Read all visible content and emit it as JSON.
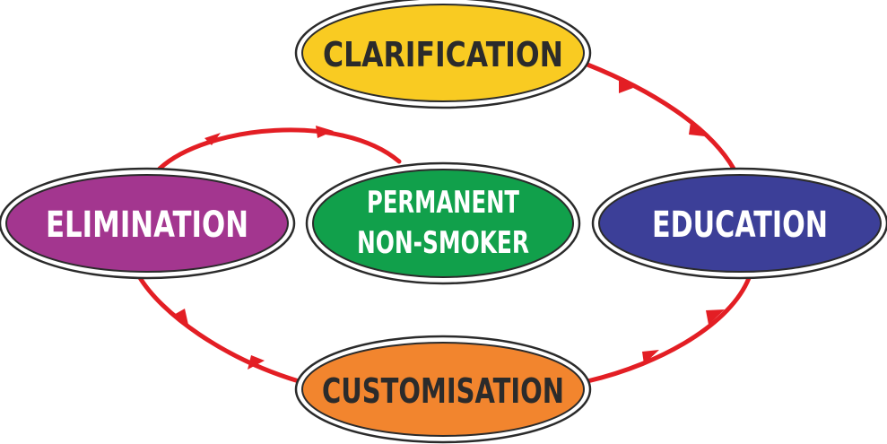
{
  "diagram": {
    "nodes": {
      "clarification": {
        "label": "CLARIFICATION",
        "fill": "#F9CB22",
        "text_color": "#2B2B2B"
      },
      "education": {
        "label": "EDUCATION",
        "fill": "#3C3F98",
        "text_color": "#FFFFFF"
      },
      "customisation": {
        "label": "CUSTOMISATION",
        "fill": "#F2852E",
        "text_color": "#2B2B2B"
      },
      "elimination": {
        "label": "ELIMINATION",
        "fill": "#A3368F",
        "text_color": "#FFFFFF"
      },
      "center": {
        "line1": "PERMANENT",
        "line2": "NON-SMOKER",
        "fill": "#11A04B",
        "text_color": "#FFFFFF"
      }
    },
    "arrow_color": "#E31E24",
    "outline_color": "#2B2B2B"
  }
}
